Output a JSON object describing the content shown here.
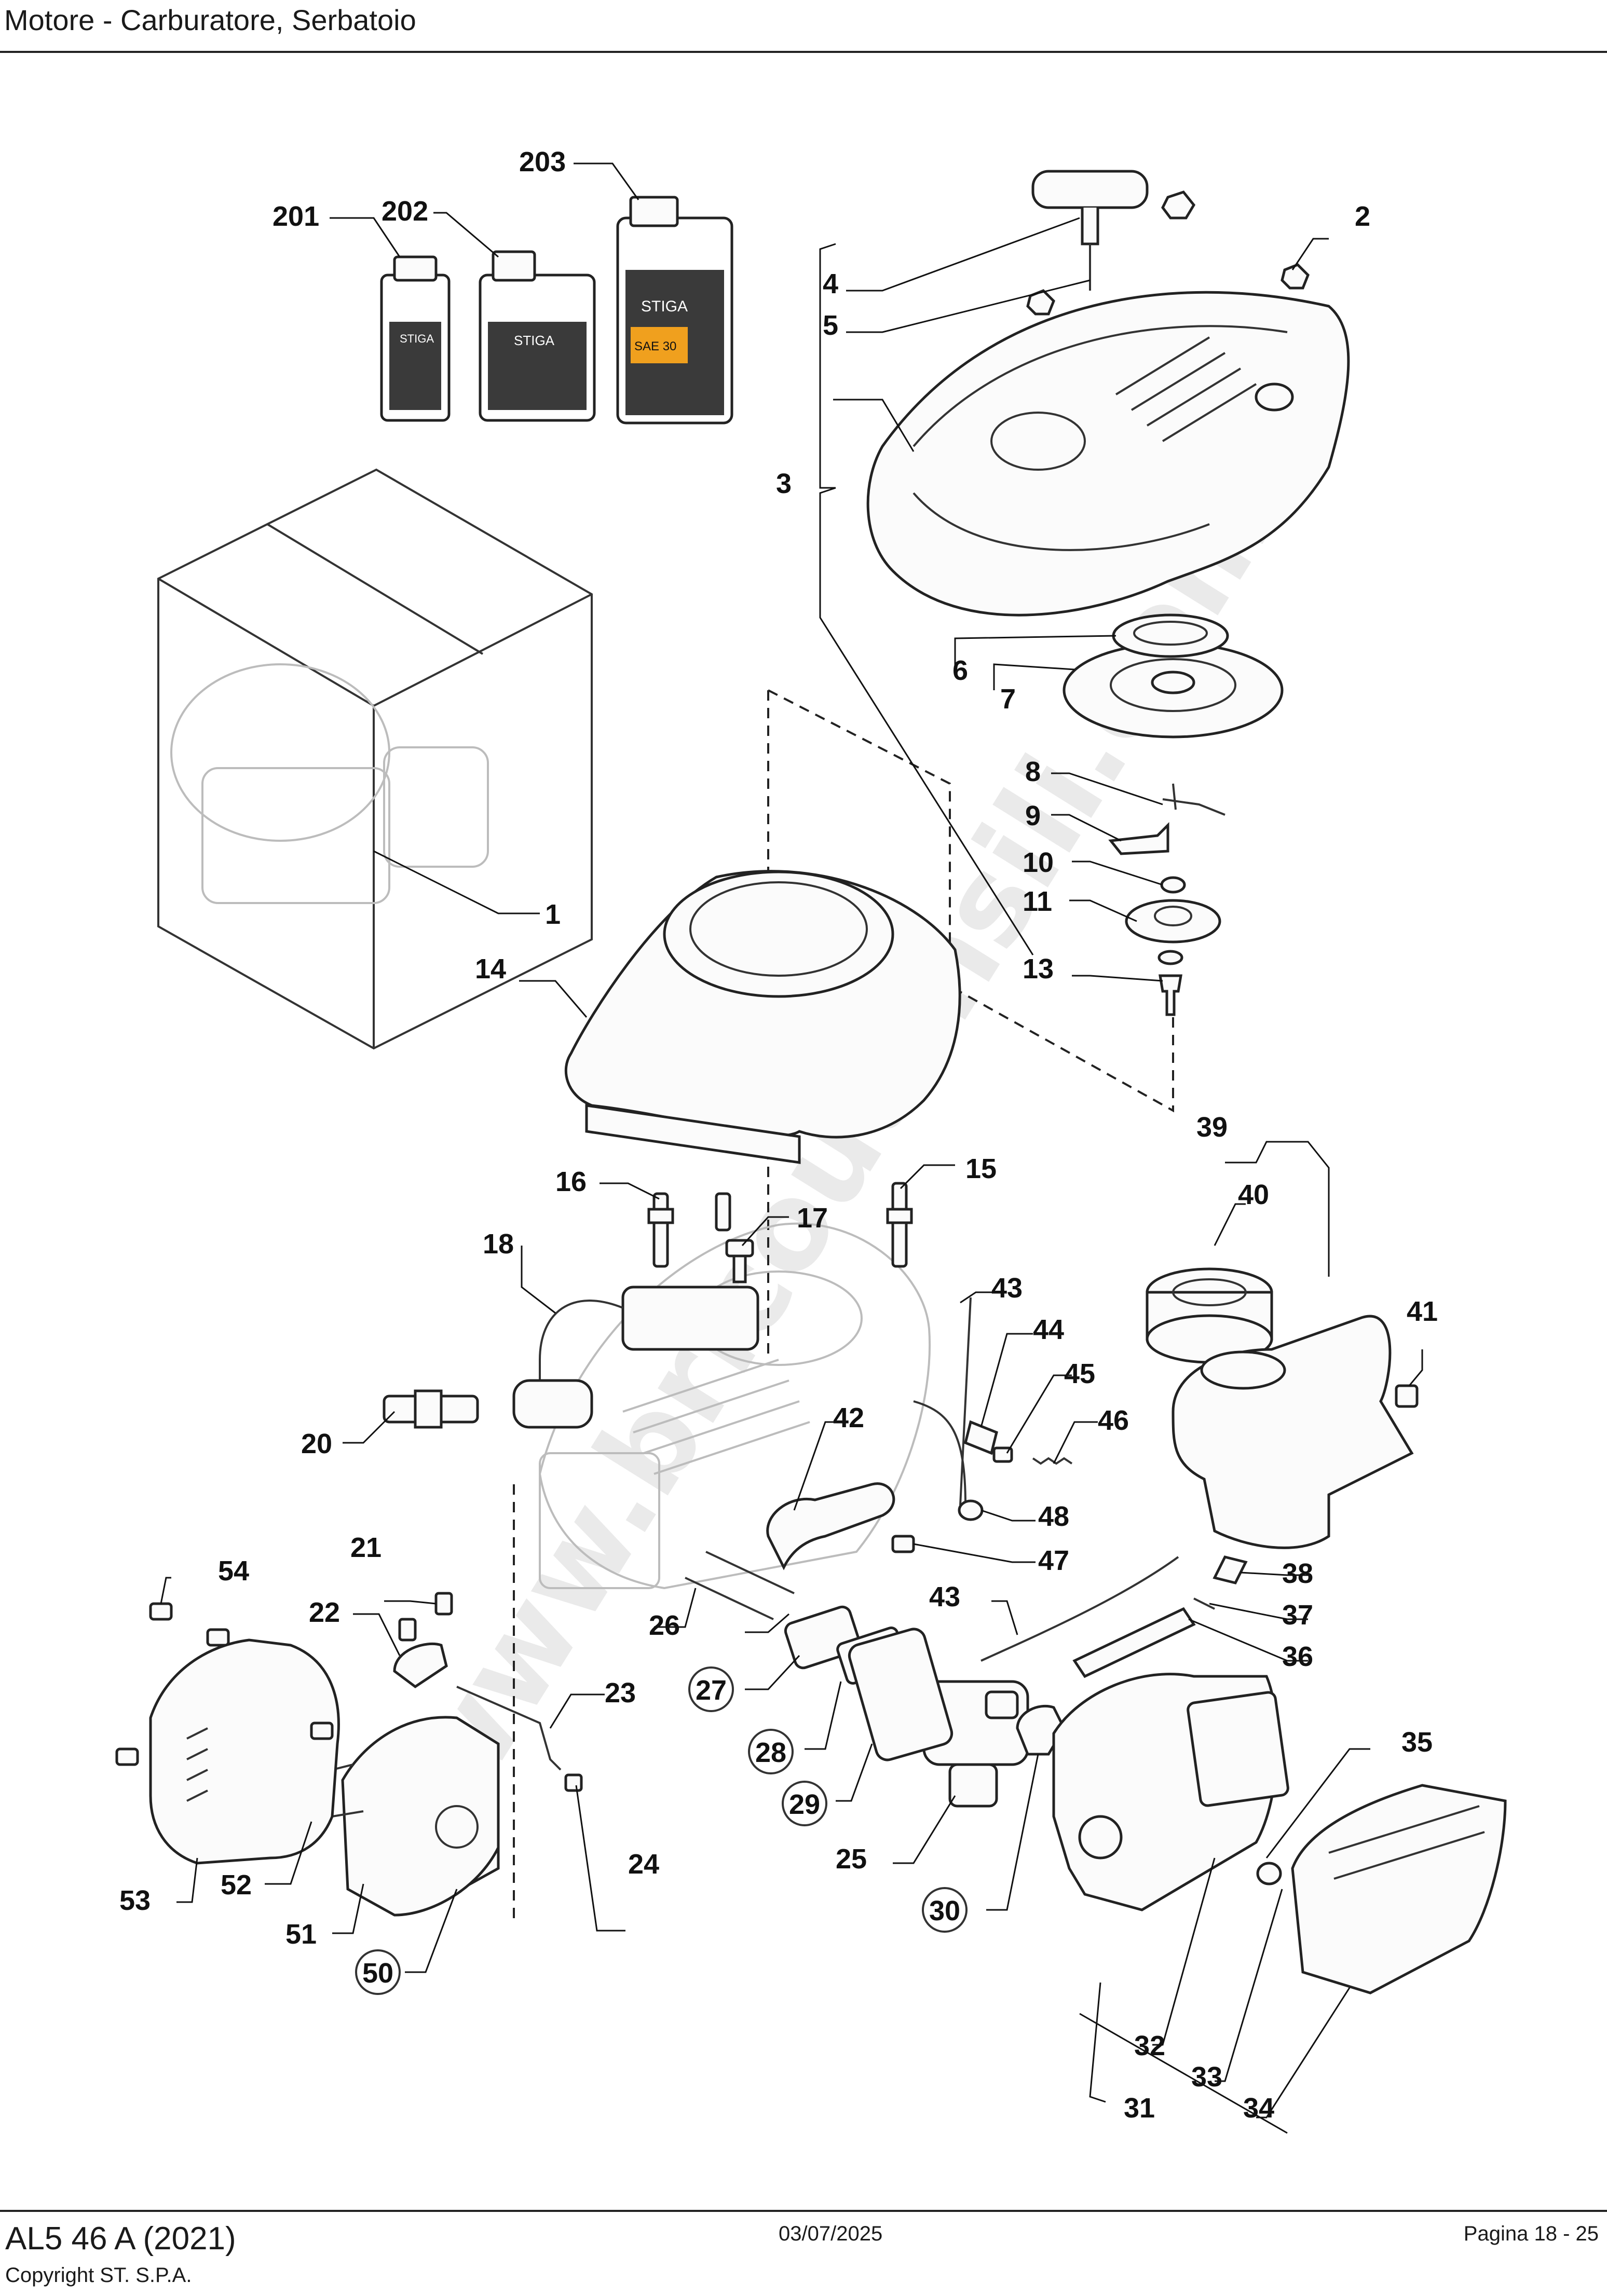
{
  "header": {
    "title": "Motore - Carburatore, Serbatoio"
  },
  "footer": {
    "model": "AL5 46 A (2021)",
    "copyright": "Copyright ST. S.P.A.",
    "date": "03/07/2025",
    "page": "Pagina 18 - 25"
  },
  "watermark": "www.bricoutensili.com",
  "bottles": {
    "brand": "STIGA",
    "small_label": "SAE 30"
  },
  "parts": {
    "p1": "1",
    "p2": "2",
    "p3": "3",
    "p4": "4",
    "p5": "5",
    "p6": "6",
    "p7": "7",
    "p8": "8",
    "p9": "9",
    "p10": "10",
    "p11": "11",
    "p13": "13",
    "p14": "14",
    "p15": "15",
    "p16": "16",
    "p17": "17",
    "p18": "18",
    "p20": "20",
    "p21": "21",
    "p22": "22",
    "p23": "23",
    "p24": "24",
    "p25": "25",
    "p26": "26",
    "p27": "27",
    "p28": "28",
    "p29": "29",
    "p30": "30",
    "p31": "31",
    "p32": "32",
    "p33": "33",
    "p34": "34",
    "p35": "35",
    "p36": "36",
    "p37": "37",
    "p38": "38",
    "p39": "39",
    "p40": "40",
    "p41": "41",
    "p42": "42",
    "p43a": "43",
    "p43b": "43",
    "p44": "44",
    "p45": "45",
    "p46": "46",
    "p47": "47",
    "p48": "48",
    "p50": "50",
    "p51": "51",
    "p52": "52",
    "p53": "53",
    "p54": "54",
    "p201": "201",
    "p202": "202",
    "p203": "203"
  },
  "colors": {
    "ink": "#1a1a1a",
    "watermark": "#d9d9d9",
    "bottle_band": "#f0a01e"
  }
}
